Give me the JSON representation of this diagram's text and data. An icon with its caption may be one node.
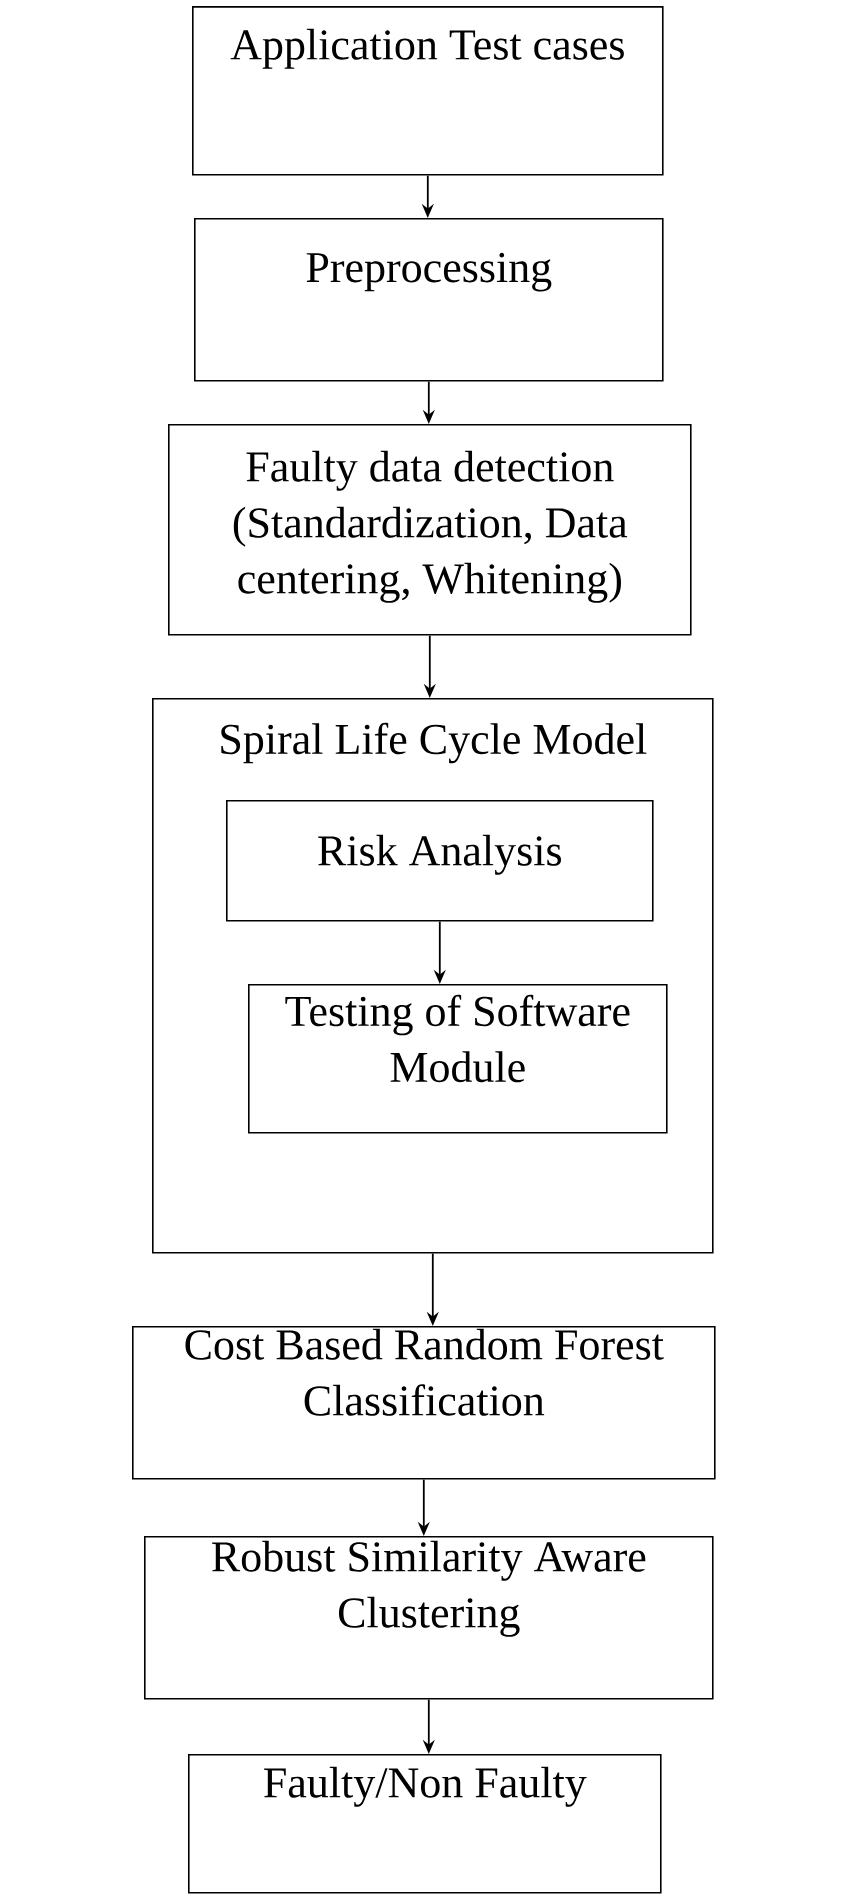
{
  "diagram": {
    "nodes": [
      {
        "text": [
          "Application Test cases"
        ]
      },
      {
        "text": [
          "Preprocessing"
        ]
      },
      {
        "text": [
          "Faulty data detection (Standardization, Data centering, Whitening)"
        ]
      },
      {
        "text": [
          "Spiral Life Cycle Model"
        ]
      },
      {
        "text": [
          "Risk Analysis"
        ],
        "in": 3
      },
      {
        "text": [
          "Testing of Software Module"
        ],
        "in": 3
      },
      {
        "text": [
          "Cost Based Random Forest Classification"
        ]
      },
      {
        "text": [
          "Robust Similarity Aware Clustering"
        ]
      },
      {
        "text": [
          "Faulty/Non Faulty"
        ]
      }
    ],
    "edges": [
      {
        "from": 0,
        "to": 1,
        "arrow": "to"
      },
      {
        "from": 1,
        "to": 2,
        "arrow": "to"
      },
      {
        "from": 2,
        "to": 3,
        "arrow": "to"
      },
      {
        "from": 4,
        "to": 5,
        "arrow": "to"
      },
      {
        "from": 3,
        "to": 6,
        "arrow": "to"
      },
      {
        "from": 6,
        "to": 7,
        "arrow": "to"
      },
      {
        "from": 7,
        "to": 8,
        "arrow": "to"
      }
    ]
  }
}
